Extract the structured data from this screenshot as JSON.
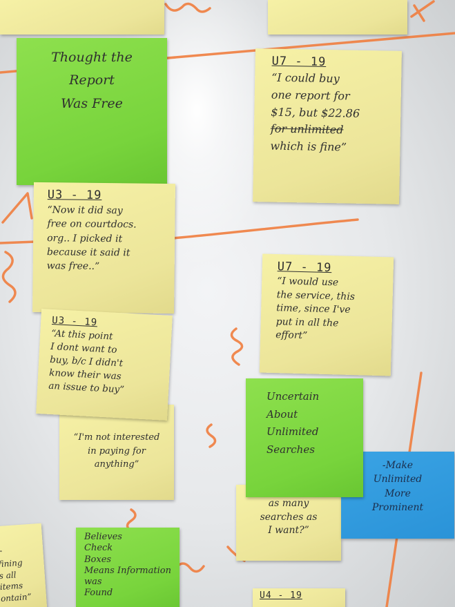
{
  "notes": {
    "top_left": {
      "text": ""
    },
    "top_right": {
      "text": ""
    },
    "green_free": {
      "text": "Thought the\nReport\nWas Free"
    },
    "u7_buy": {
      "code": "U7 - 19",
      "line1": "“I could buy\none report for\n$15, but $22.86",
      "struck": "for unlimited",
      "line2": "which is fine”"
    },
    "u3_free": {
      "code": "U3 - 19",
      "text": "“Now it did say\nfree on courtdocs.\norg.. I picked it\nbecause it said it\nwas free..”"
    },
    "u7_service": {
      "code": "U7 - 19",
      "text": "“I would use\nthe service, this\ntime, since I've\nput in all the\neffort”"
    },
    "u3_point": {
      "code": "U3 - 19",
      "text": "“At this point\nI dont want to\nbuy, b/c I didn't\nknow their was\nan issue to buy”"
    },
    "not_interested": {
      "text": "“I'm not interested\nin paying for\nanything”"
    },
    "green_uncertain": {
      "text": "Uncertain\nAbout\nUnlimited\nSearches"
    },
    "as_many": {
      "text": "as many\nsearches as\nI want?”"
    },
    "blue_make": {
      "text": "-Make\nUnlimited\nMore\nProminent"
    },
    "green_believes": {
      "text": "Believes\nCheck\nBoxes\nMeans Information\nwas\nFound"
    },
    "bottom_left": {
      "text": "r\nfining\ns all\nitems\nontain”"
    },
    "bottom_mid": {
      "code": "U4 - 19"
    }
  }
}
